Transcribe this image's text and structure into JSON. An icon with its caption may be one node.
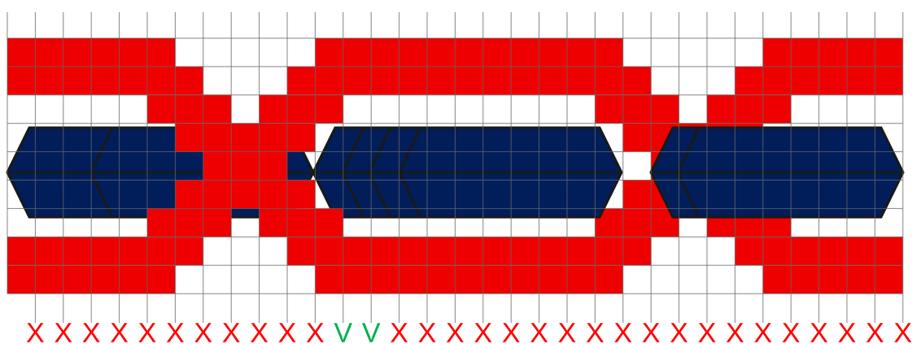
{
  "diagram": {
    "labels": [
      "X",
      "X",
      "X",
      "X",
      "X",
      "X",
      "X",
      "X",
      "X",
      "X",
      "X",
      "V",
      "V",
      "X",
      "X",
      "X",
      "X",
      "X",
      "X",
      "X",
      "X",
      "X",
      "X",
      "X",
      "X",
      "X",
      "X",
      "X",
      "X",
      "X",
      "X",
      "X"
    ]
  }
}
